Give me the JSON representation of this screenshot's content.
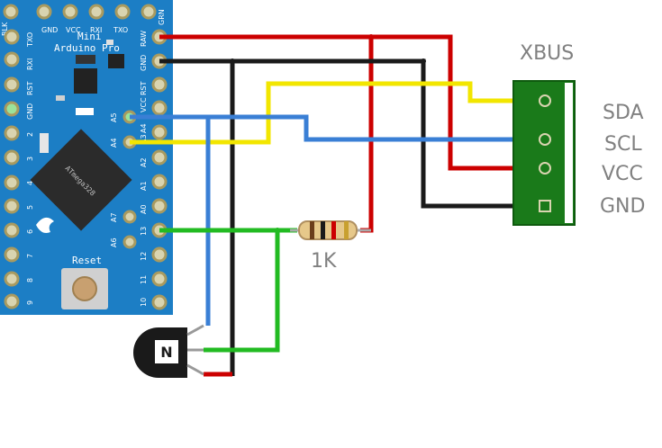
{
  "board": {
    "name_line1": "Mini",
    "name_line2": "Arduino Pro",
    "chip_label": "ATmega328",
    "reset_label": "Reset",
    "top_pins": [
      "BLK",
      "GND",
      "VCC",
      "RXI",
      "TXO",
      "GRN"
    ],
    "left_pins": [
      "TXO",
      "RXI",
      "RST",
      "GND",
      "2",
      "3",
      "4",
      "5",
      "6",
      "7",
      "8",
      "9"
    ],
    "right_pins": [
      "RAW",
      "GND",
      "RST",
      "VCC",
      "A5",
      "A4",
      "A3",
      "A2",
      "A1",
      "A0",
      "13",
      "12",
      "11",
      "10"
    ],
    "inner_pins": [
      "A5",
      "A4",
      "A7",
      "A6"
    ]
  },
  "resistor": {
    "label": "1K"
  },
  "xbus": {
    "title": "XBUS",
    "pins": [
      "SDA",
      "SCL",
      "VCC",
      "GND"
    ]
  },
  "colors": {
    "board": "#1c7ec5",
    "red_wire": "#cc0000",
    "black_wire": "#1a1a1a",
    "yellow_wire": "#f2e600",
    "blue_wire": "#3a7fd5",
    "green_wire": "#22bb22",
    "connector": "#1a7a1a"
  }
}
